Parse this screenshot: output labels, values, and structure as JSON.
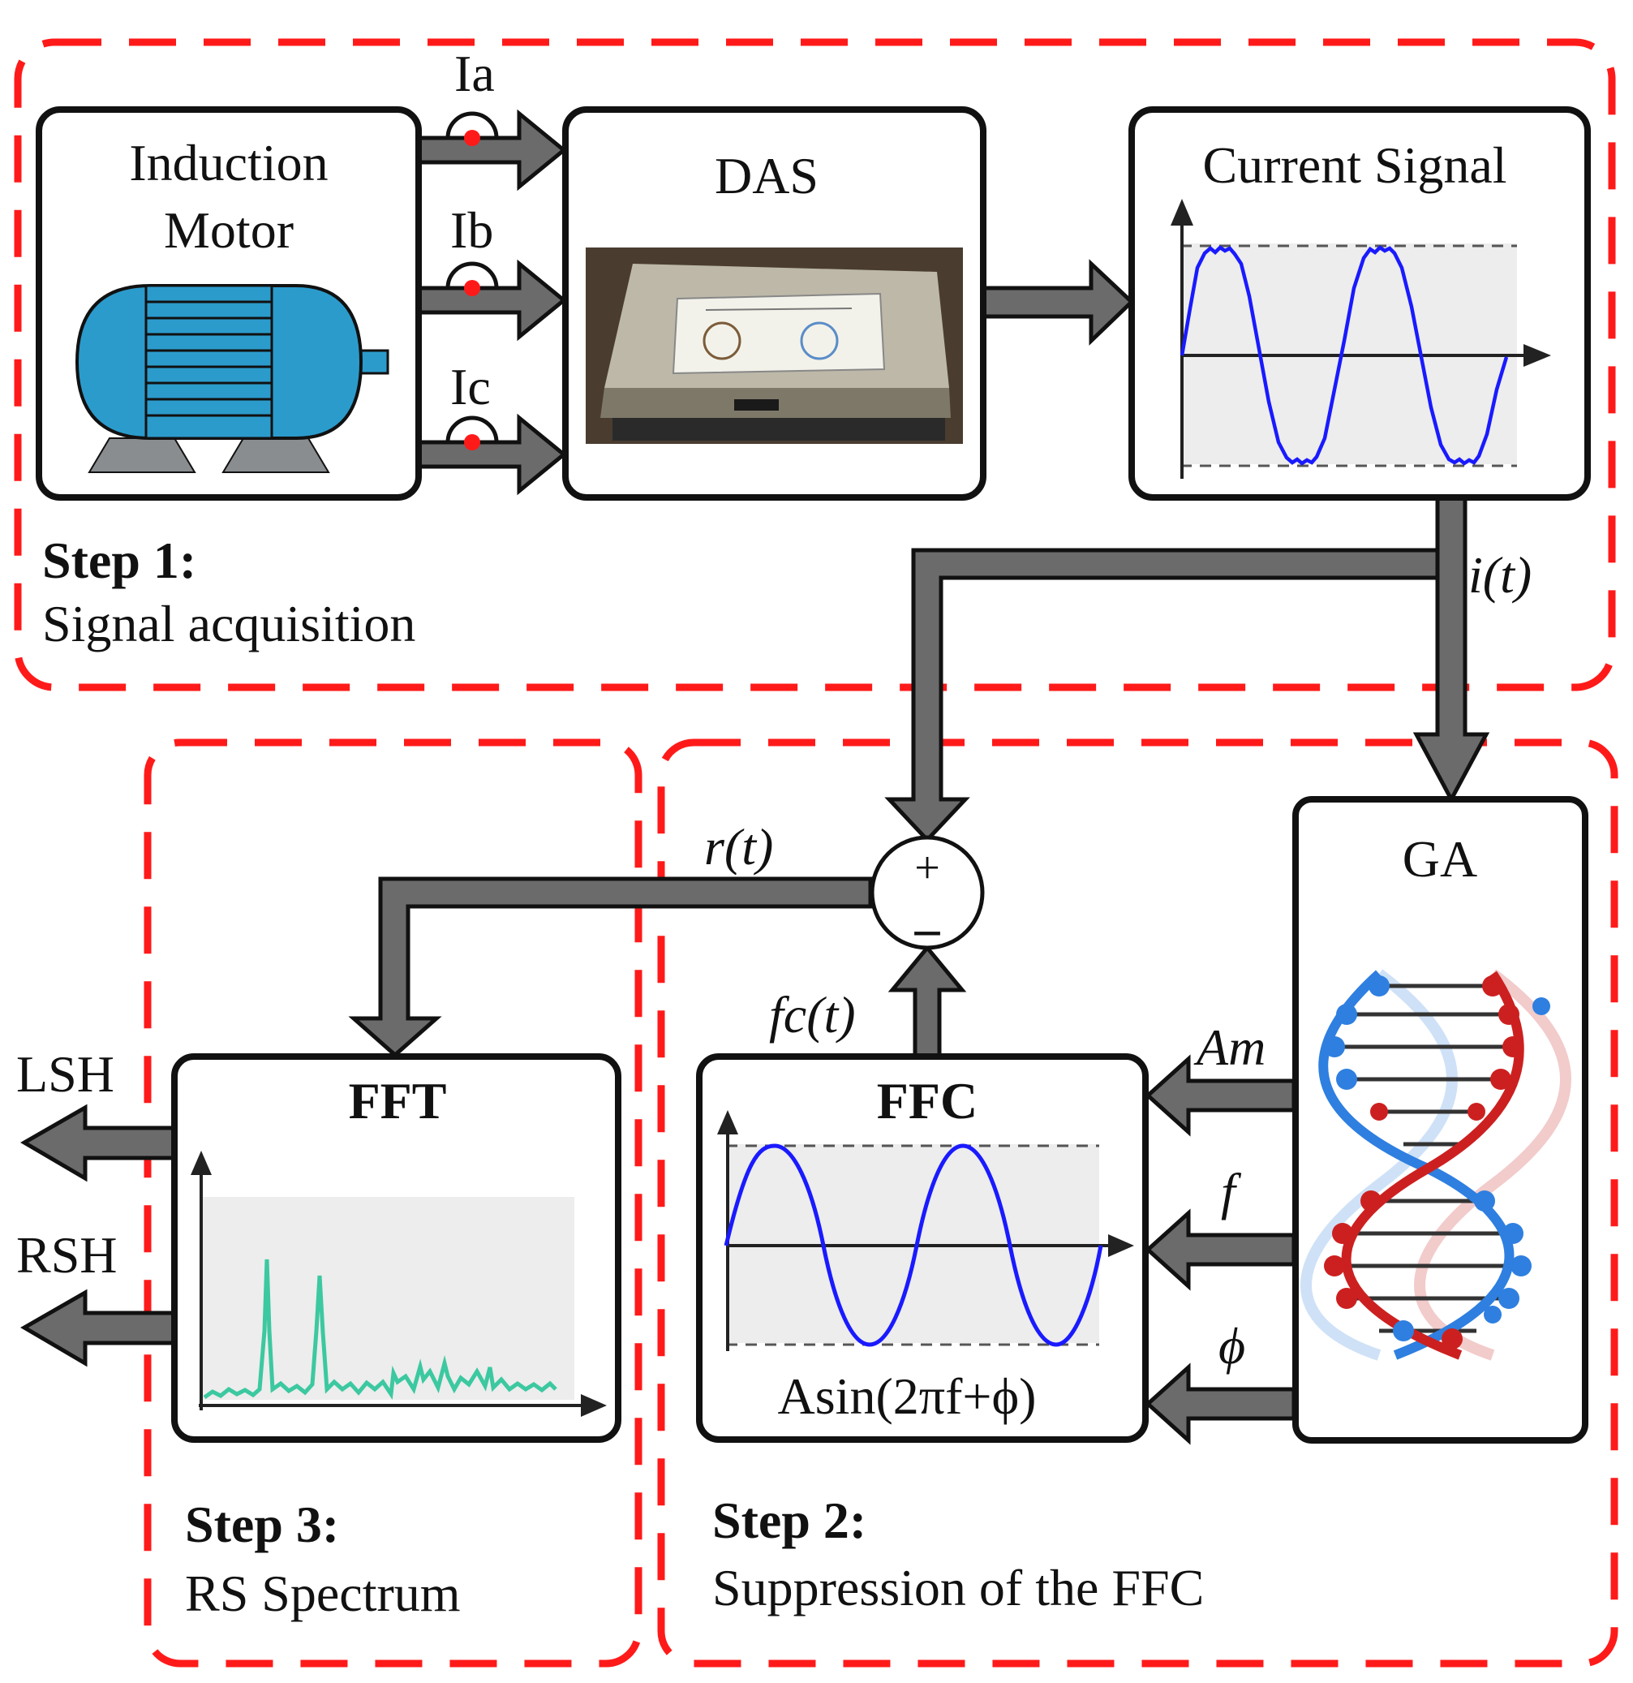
{
  "step1": {
    "title": "Step 1:",
    "subtitle": "Signal acquisition"
  },
  "step2": {
    "title": "Step 2:",
    "subtitle": "Suppression of the FFC"
  },
  "step3": {
    "title": "Step 3:",
    "subtitle": "RS Spectrum"
  },
  "motor": {
    "line1": "Induction",
    "line2": "Motor"
  },
  "phases": [
    "Ia",
    "Ib",
    "Ic"
  ],
  "das": {
    "title": "DAS"
  },
  "current_signal": {
    "title": "Current Signal"
  },
  "signals": {
    "i_t": "i(t)",
    "r_t": "r(t)",
    "fc_t": "fc(t)"
  },
  "summing": {
    "plus": "+",
    "minus": "–"
  },
  "ga": {
    "title": "GA",
    "params": [
      "Am",
      "f",
      "ϕ"
    ]
  },
  "ffc": {
    "title": "FFC",
    "formula": "Asin(2πf+ϕ)"
  },
  "fft": {
    "title": "FFT"
  },
  "outputs": [
    "LSH",
    "RSH"
  ],
  "colors": {
    "dashed_border": "#ff1a1a",
    "arrow": "#6b6b6b",
    "sine": "#1a1aff",
    "spectrum": "#3cc8a0",
    "motor": "#2b9bcc",
    "probe": "#ff1a1a"
  }
}
